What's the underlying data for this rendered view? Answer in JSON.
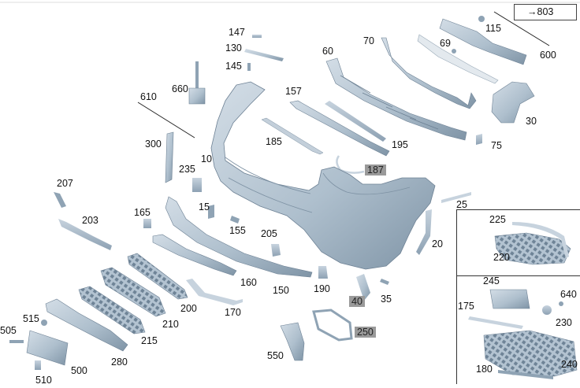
{
  "reference_box": "→803",
  "callouts": {
    "c10": "10",
    "c15": "15",
    "c20": "20",
    "c25": "25",
    "c30": "30",
    "c35": "35",
    "c40": "40",
    "c60": "60",
    "c69": "69",
    "c70": "70",
    "c75": "75",
    "c115": "115",
    "c130": "130",
    "c145": "145",
    "c147": "147",
    "c150": "150",
    "c155": "155",
    "c157": "157",
    "c160": "160",
    "c165": "165",
    "c170": "170",
    "c175": "175",
    "c180": "180",
    "c185": "185",
    "c187": "187",
    "c190": "190",
    "c195": "195",
    "c200": "200",
    "c203": "203",
    "c205": "205",
    "c207": "207",
    "c210": "210",
    "c215": "215",
    "c220": "220",
    "c225": "225",
    "c230": "230",
    "c235": "235",
    "c240": "240",
    "c245": "245",
    "c250": "250",
    "c280": "280",
    "c300": "300",
    "c500": "500",
    "c505": "505",
    "c510": "510",
    "c515": "515",
    "c550": "550",
    "c600": "600",
    "c610": "610",
    "c640": "640",
    "c660": "660"
  },
  "colors": {
    "part_fill": "#aebfcd",
    "part_dark": "#7f94a6",
    "part_light": "#d3dde6",
    "highlight_box": "#9a9a9a"
  }
}
